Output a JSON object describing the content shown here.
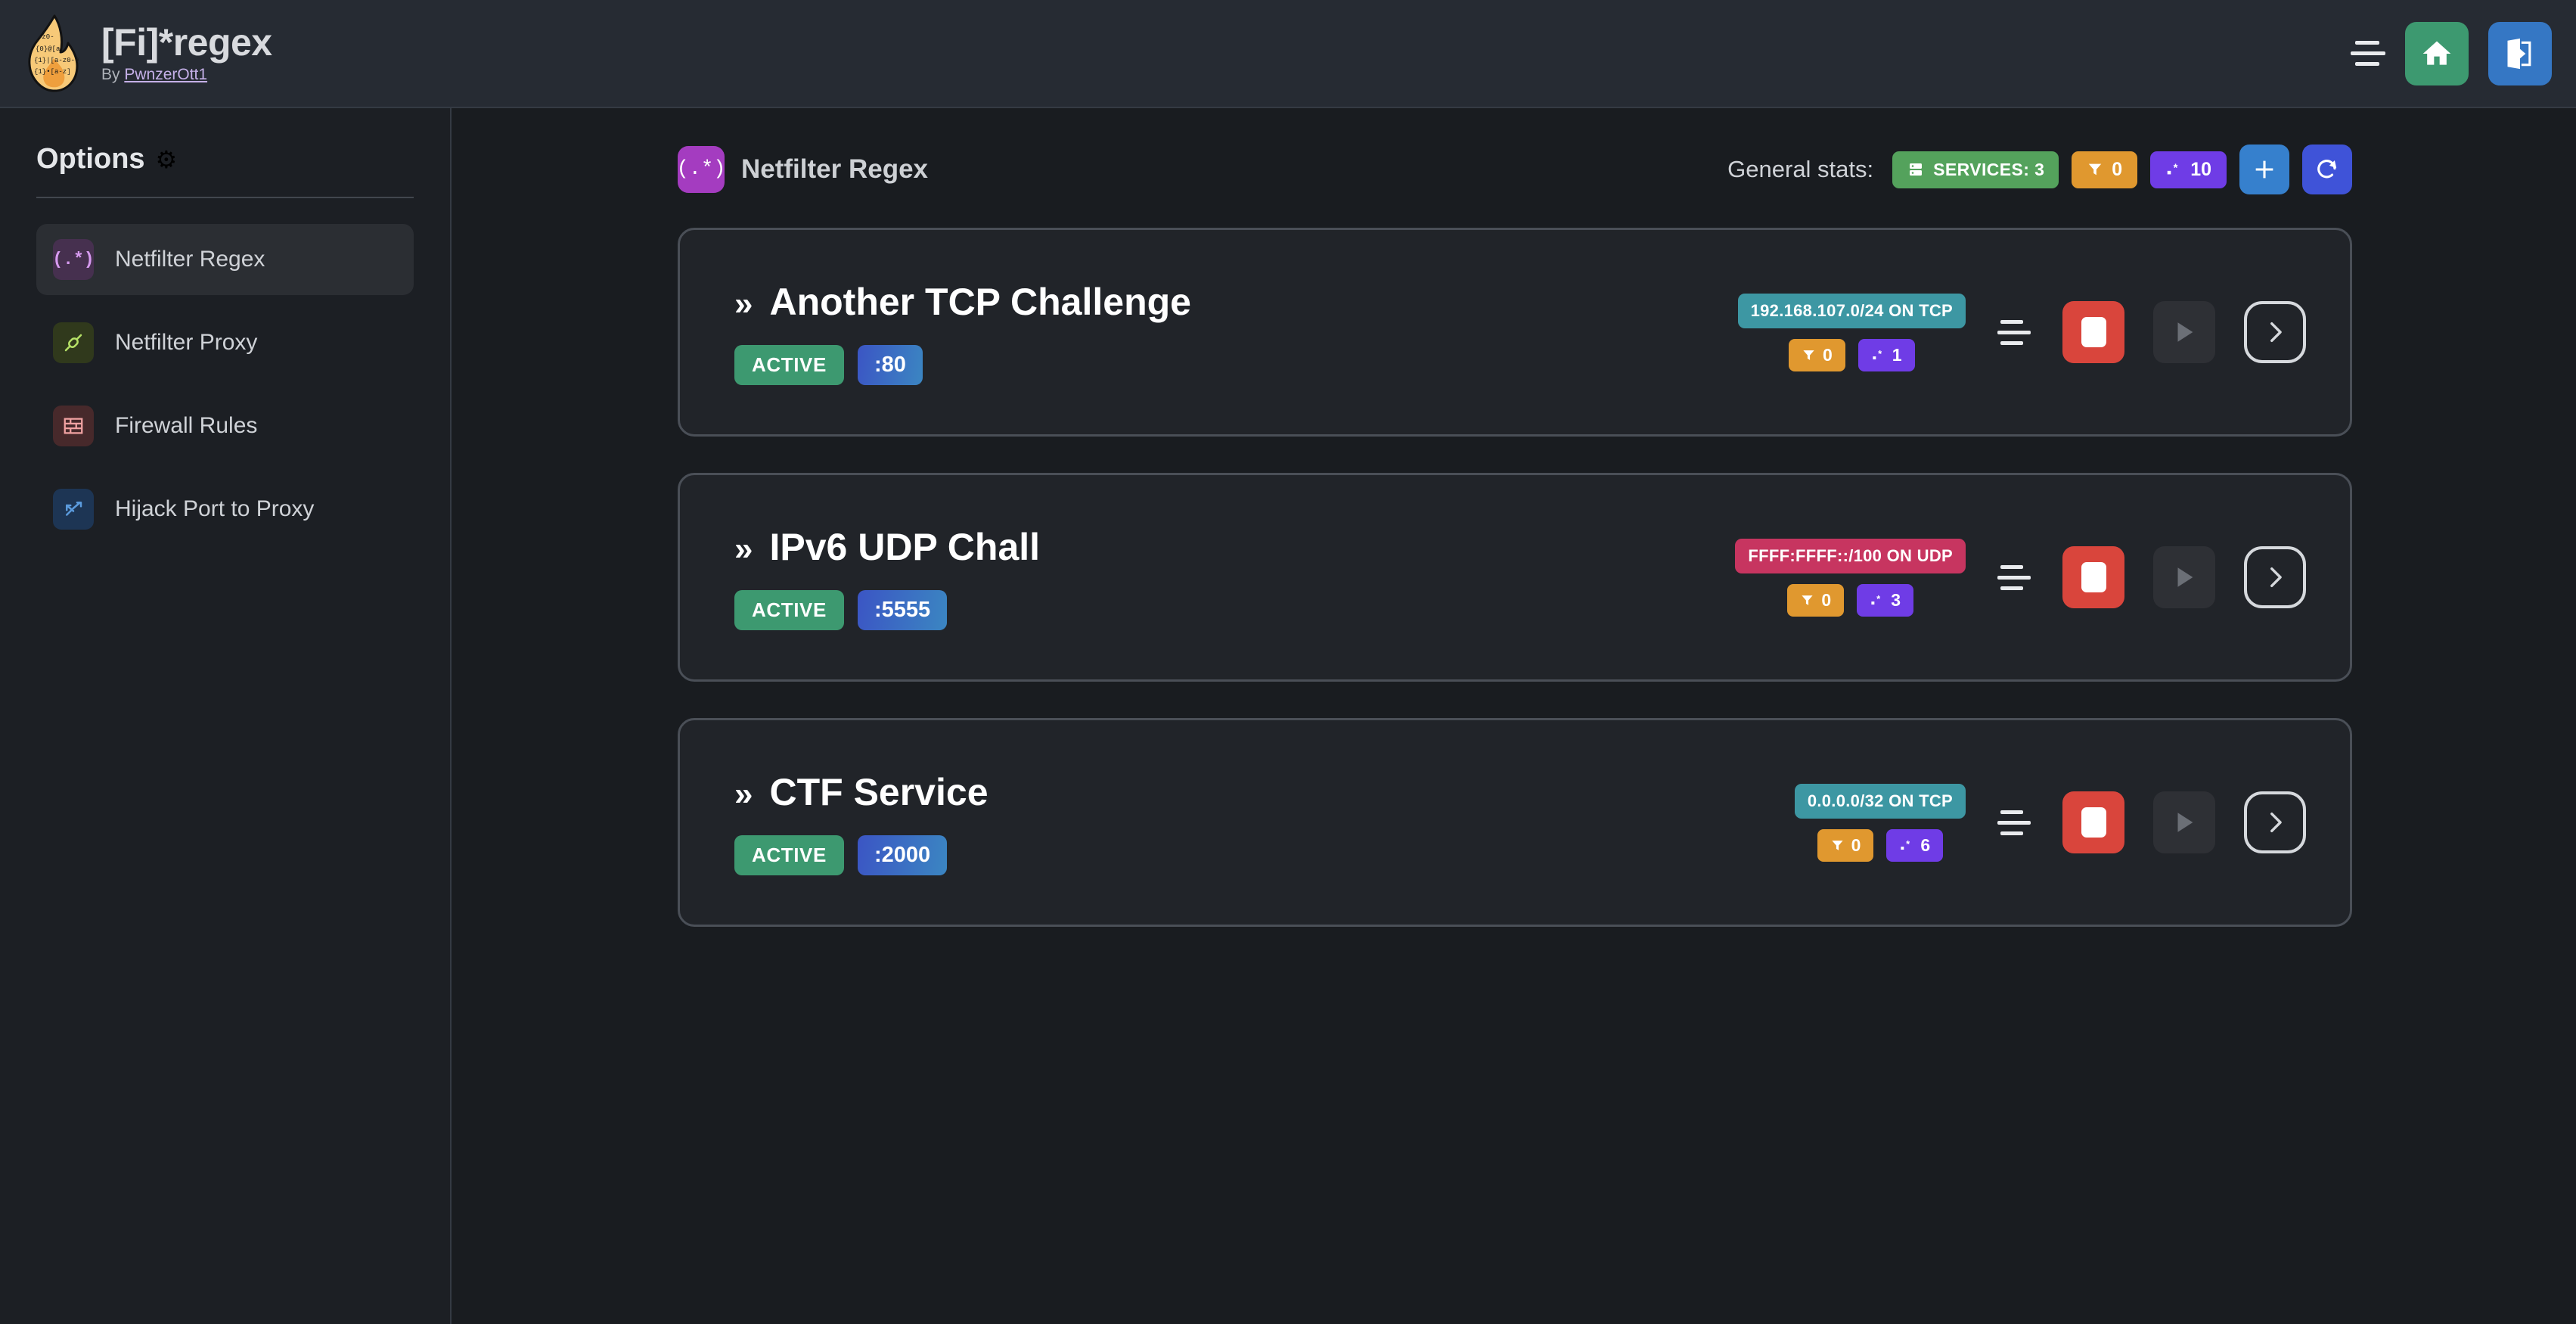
{
  "header": {
    "title": "[Fi]*regex",
    "by_prefix": "By ",
    "author": "PwnzerOtt1",
    "logo_icon": "flame-regex-logo",
    "menu_icon": "hamburger-menu-icon",
    "home_icon": "home-icon",
    "logout_icon": "logout-icon"
  },
  "sidebar": {
    "title": "Options",
    "gear_icon": "⚙",
    "items": [
      {
        "label": "Netfilter Regex",
        "icon": "regex-icon",
        "glyph": "(.*)",
        "active": true
      },
      {
        "label": "Netfilter Proxy",
        "icon": "plug-icon",
        "glyph": "",
        "active": false
      },
      {
        "label": "Firewall Rules",
        "icon": "brick-wall-icon",
        "glyph": "",
        "active": false
      },
      {
        "label": "Hijack Port to Proxy",
        "icon": "route-icon",
        "glyph": "",
        "active": false
      }
    ]
  },
  "page": {
    "icon": "regex-icon",
    "icon_glyph": "(.*)",
    "title": "Netfilter Regex",
    "stats_label": "General stats:",
    "stats": {
      "services_icon": "server-icon",
      "services_label": "SERVICES: 3",
      "filter_icon": "funnel-icon",
      "filter_count": "0",
      "regex_icon": "regex-dot-star-icon",
      "regex_count": "10",
      "add_icon": "plus-icon",
      "refresh_icon": "refresh-icon"
    }
  },
  "services": [
    {
      "chevron": "»",
      "name": "Another TCP Challenge",
      "status": "ACTIVE",
      "port": ":80",
      "network": "192.168.107.0/24 ON TCP",
      "network_type": "tcp",
      "filter_count": "0",
      "regex_count": "1",
      "menu_icon": "card-menu-icon",
      "stop_icon": "stop-icon",
      "play_icon": "play-icon",
      "open_icon": "chevron-right-icon"
    },
    {
      "chevron": "»",
      "name": "IPv6 UDP Chall",
      "status": "ACTIVE",
      "port": ":5555",
      "network": "FFFF:FFFF::/100 ON UDP",
      "network_type": "udp",
      "filter_count": "0",
      "regex_count": "3",
      "menu_icon": "card-menu-icon",
      "stop_icon": "stop-icon",
      "play_icon": "play-icon",
      "open_icon": "chevron-right-icon"
    },
    {
      "chevron": "»",
      "name": "CTF Service",
      "status": "ACTIVE",
      "port": ":2000",
      "network": "0.0.0.0/32 ON TCP",
      "network_type": "tcp",
      "filter_count": "0",
      "regex_count": "6",
      "menu_icon": "card-menu-icon",
      "stop_icon": "stop-icon",
      "play_icon": "play-icon",
      "open_icon": "chevron-right-icon"
    }
  ],
  "colors": {
    "topbar_bg": "#262b33",
    "sidebar_bg": "#1c1f24",
    "main_bg": "#191c20",
    "card_bg": "#212429",
    "card_border": "#4a4f57",
    "accent_purple": "#a43cc0",
    "green": "#3d9970",
    "orange": "#e0982f",
    "violet": "#6f3ce6",
    "teal": "#3d97a3",
    "crimson": "#c73560",
    "red": "#d9453c",
    "blue": "#3680cd"
  }
}
